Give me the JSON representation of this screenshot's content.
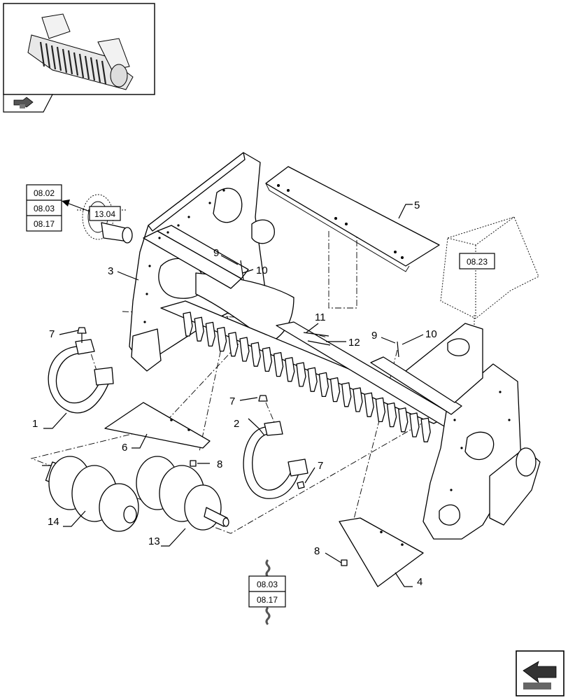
{
  "callouts": [
    "1",
    "2",
    "3",
    "4",
    "5",
    "6",
    "7",
    "7",
    "7",
    "8",
    "8",
    "9",
    "9",
    "10",
    "10",
    "11",
    "12",
    "13",
    "14"
  ],
  "references": {
    "left_stack": [
      "08.02",
      "08.03",
      "08.17"
    ],
    "pulley": "13.04",
    "hood": "08.23",
    "bottom_stack": [
      "08.03",
      "08.17"
    ]
  },
  "icons": {
    "overview": "baler-overview-thumbnail-icon",
    "prev": "previous-page-icon",
    "next": "next-page-icon"
  }
}
